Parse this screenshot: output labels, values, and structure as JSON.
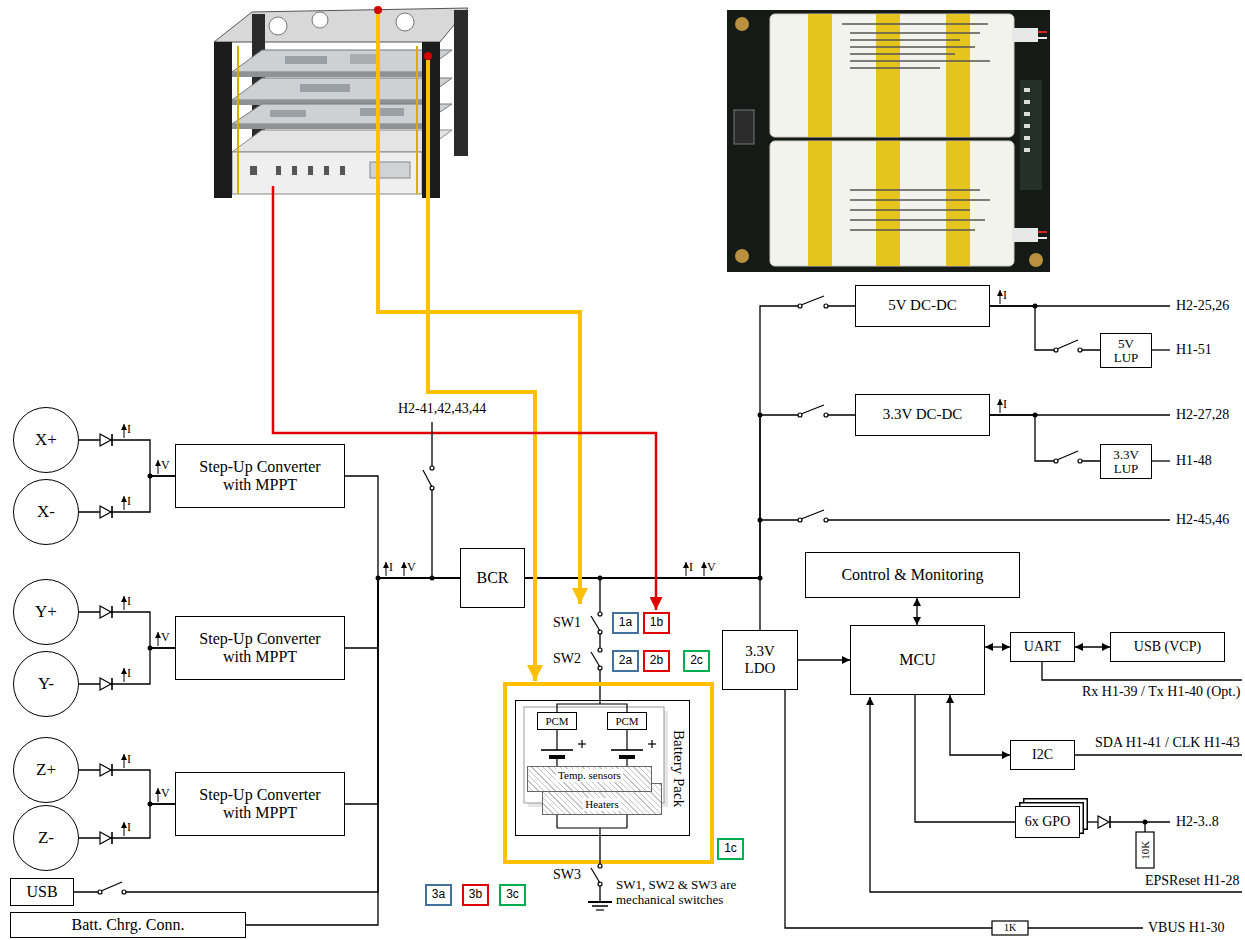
{
  "diagram": {
    "nodes": [
      {
        "text": [
          "X+"
        ]
      },
      {
        "text": [
          "X-"
        ]
      },
      {
        "text": [
          "Y+"
        ]
      },
      {
        "text": [
          "Y-"
        ]
      },
      {
        "text": [
          "Z+"
        ]
      },
      {
        "text": [
          "Z-"
        ]
      },
      {
        "text": [
          "Step-Up Converter with MPPT"
        ]
      },
      {
        "text": [
          "Step-Up Converter with MPPT"
        ]
      },
      {
        "text": [
          "Step-Up Converter with MPPT"
        ]
      },
      {
        "text": [
          "USB"
        ]
      },
      {
        "text": [
          "Batt. Chrg. Conn."
        ]
      },
      {
        "text": [
          "BCR"
        ]
      },
      {
        "text": [
          "Battery Pack"
        ]
      },
      {
        "text": [
          "PCM"
        ],
        "in": 12
      },
      {
        "text": [
          "PCM"
        ],
        "in": 12
      },
      {
        "text": [
          "Temp. sensors"
        ],
        "in": 12
      },
      {
        "text": [
          "Heaters"
        ],
        "in": 12
      },
      {
        "text": [
          "1a"
        ]
      },
      {
        "text": [
          "1b"
        ]
      },
      {
        "text": [
          "2a"
        ]
      },
      {
        "text": [
          "2b"
        ]
      },
      {
        "text": [
          "2c"
        ]
      },
      {
        "text": [
          "1c"
        ]
      },
      {
        "text": [
          "3a"
        ]
      },
      {
        "text": [
          "3b"
        ]
      },
      {
        "text": [
          "3c"
        ]
      },
      {
        "text": [
          "5V DC-DC"
        ]
      },
      {
        "text": [
          "5V LUP"
        ]
      },
      {
        "text": [
          "3.3V DC-DC"
        ]
      },
      {
        "text": [
          "3.3V LUP"
        ]
      },
      {
        "text": [
          "Control & Monitoring"
        ]
      },
      {
        "text": [
          "3.3V LDO"
        ]
      },
      {
        "text": [
          "MCU"
        ]
      },
      {
        "text": [
          "UART"
        ]
      },
      {
        "text": [
          "USB (VCP)"
        ]
      },
      {
        "text": [
          "I2C"
        ]
      },
      {
        "text": [
          "6x GPO"
        ]
      }
    ],
    "edges": [
      {
        "from": 0,
        "to": 6,
        "arrow": "none"
      },
      {
        "from": 1,
        "to": 6,
        "arrow": "none"
      },
      {
        "from": 2,
        "to": 7,
        "arrow": "none"
      },
      {
        "from": 3,
        "to": 7,
        "arrow": "none"
      },
      {
        "from": 4,
        "to": 8,
        "arrow": "none"
      },
      {
        "from": 5,
        "to": 8,
        "arrow": "none"
      },
      {
        "from": 6,
        "to": 11,
        "arrow": "none"
      },
      {
        "from": 7,
        "to": 11,
        "arrow": "none"
      },
      {
        "from": 8,
        "to": 11,
        "arrow": "none"
      },
      {
        "from": 9,
        "to": 11,
        "arrow": "none"
      },
      {
        "from": 10,
        "to": 11,
        "arrow": "none"
      },
      {
        "from": 11,
        "to": 12,
        "arrow": "none"
      },
      {
        "from": 11,
        "to": 26,
        "arrow": "none"
      },
      {
        "from": 11,
        "to": 28,
        "arrow": "none"
      },
      {
        "from": 11,
        "to": 31,
        "arrow": "none"
      },
      {
        "from": 26,
        "to": 27,
        "arrow": "none"
      },
      {
        "from": 28,
        "to": 29,
        "arrow": "none"
      },
      {
        "from": 31,
        "to": 32,
        "arrow": "to"
      },
      {
        "from": 30,
        "to": 32,
        "arrow": "both"
      },
      {
        "from": 32,
        "to": 33,
        "arrow": "both"
      },
      {
        "from": 33,
        "to": 34,
        "arrow": "both"
      },
      {
        "from": 32,
        "to": 35,
        "arrow": "both"
      },
      {
        "from": 32,
        "to": 36,
        "arrow": "none"
      }
    ],
    "labels": [
      "H2-41,42,43,44",
      "H2-25,26",
      "H1-51",
      "H2-27,28",
      "H1-48",
      "H2-45,46",
      "Rx H1-39 / Tx H1-40 (Opt.)",
      "SDA H1-41 / CLK H1-43",
      "H2-3..8",
      "10K",
      "EPSReset H1-28",
      "1K",
      "VBUS H1-30",
      "SW1",
      "SW2",
      "SW3",
      "SW1, SW2 & SW3 are mechanical switches",
      "I",
      "I",
      "V",
      "I",
      "I",
      "V",
      "I",
      "I",
      "V",
      "I",
      "V",
      "I",
      "V",
      "I",
      "I"
    ]
  }
}
